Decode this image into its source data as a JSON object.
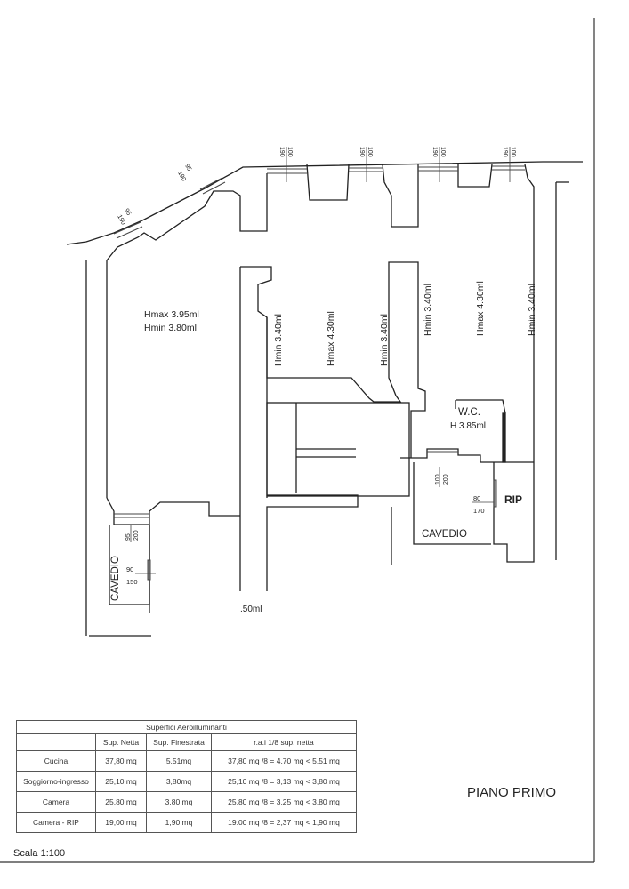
{
  "plan": {
    "rooms": [
      {
        "l1": "Hmax 3.95ml",
        "l2": "Hmin 3.80ml"
      }
    ],
    "vertical_labels": [
      "Hmin 3.40ml",
      "Hmax 4.30ml",
      "Hmin 3.40ml",
      "Hmin 3.40ml",
      "Hmax 4.30ml",
      "Hmin 3.40ml"
    ],
    "wc": {
      "name": "W.C.",
      "height": "H 3.85ml"
    },
    "window_dims": [
      {
        "w": "190",
        "h": "100"
      },
      {
        "w": "190",
        "h": "100"
      },
      {
        "w": "190",
        "h": "100"
      },
      {
        "w": "190",
        "h": "100"
      },
      {
        "w": "95",
        "h": "190"
      },
      {
        "w": "95",
        "h": "190"
      }
    ],
    "wc_window": {
      "a": "100",
      "b": "200"
    },
    "rip_window": {
      "a": "80",
      "b": "170"
    },
    "rip_label": "RIP",
    "cavedio_right": "CAVEDIO",
    "cavedio_left": "CAVEDIO",
    "left_window_1": {
      "a": "95",
      "b": "200"
    },
    "left_window_2": {
      "a": "90",
      "b": "150"
    },
    "partial_label": ".50ml"
  },
  "table": {
    "title": "Superfici Aeroilluminanti",
    "headers": [
      "",
      "Sup. Netta",
      "Sup. Finestrata",
      "r.a.i 1/8 sup. netta"
    ],
    "rows": [
      [
        "Cucina",
        "37,80 mq",
        "5.51mq",
        "37,80 mq /8 = 4.70 mq < 5.51 mq"
      ],
      [
        "Soggiorno-ingresso",
        "25,10 mq",
        "3,80mq",
        "25,10 mq /8 = 3,13 mq < 3,80 mq"
      ],
      [
        "Camera",
        "25,80 mq",
        "3,80 mq",
        "25,80 mq /8 = 3,25 mq < 3,80 mq"
      ],
      [
        "Camera - RIP",
        "19,00 mq",
        "1,90 mq",
        "19.00 mq /8 = 2,37 mq < 1,90 mq"
      ]
    ]
  },
  "floor_title": "PIANO PRIMO",
  "scale": "Scala 1:100"
}
